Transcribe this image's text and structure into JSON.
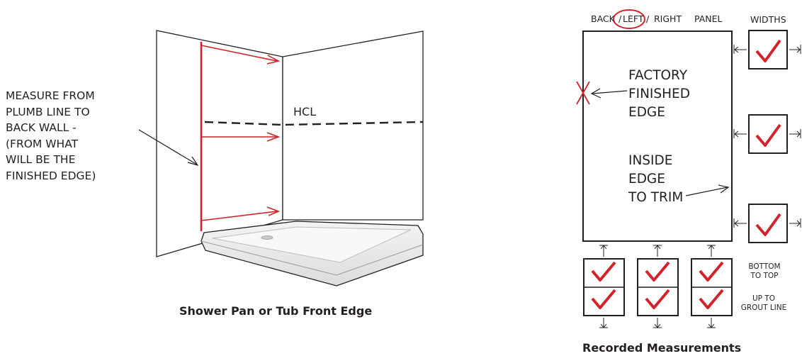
{
  "left_figure": {
    "instruction_lines": [
      "MEASURE FROM",
      "PLUMB LINE TO",
      "BACK WALL -",
      "(FROM WHAT",
      "WILL BE THE",
      "FINISHED EDGE)"
    ],
    "hcl_label": "HCL",
    "caption": "Shower Pan or Tub Front Edge"
  },
  "right_figure": {
    "panel_header": {
      "back": "BACK",
      "slash1": "/",
      "left": "LEFT",
      "slash2": "/",
      "right": "RIGHT",
      "panel": "PANEL"
    },
    "widths_label": "WIDTHS",
    "factory_lines": [
      "FACTORY",
      "FINISHED",
      "EDGE"
    ],
    "inside_lines": [
      "INSIDE",
      "EDGE",
      "TO TRIM"
    ],
    "bottom_to_top": [
      "BOTTOM",
      "TO TOP"
    ],
    "up_to_grout": [
      "UP TO",
      "GROUT LINE"
    ],
    "caption": "Recorded Measurements"
  },
  "colors": {
    "accent_red": "#d2232a",
    "line": "#231f20"
  }
}
